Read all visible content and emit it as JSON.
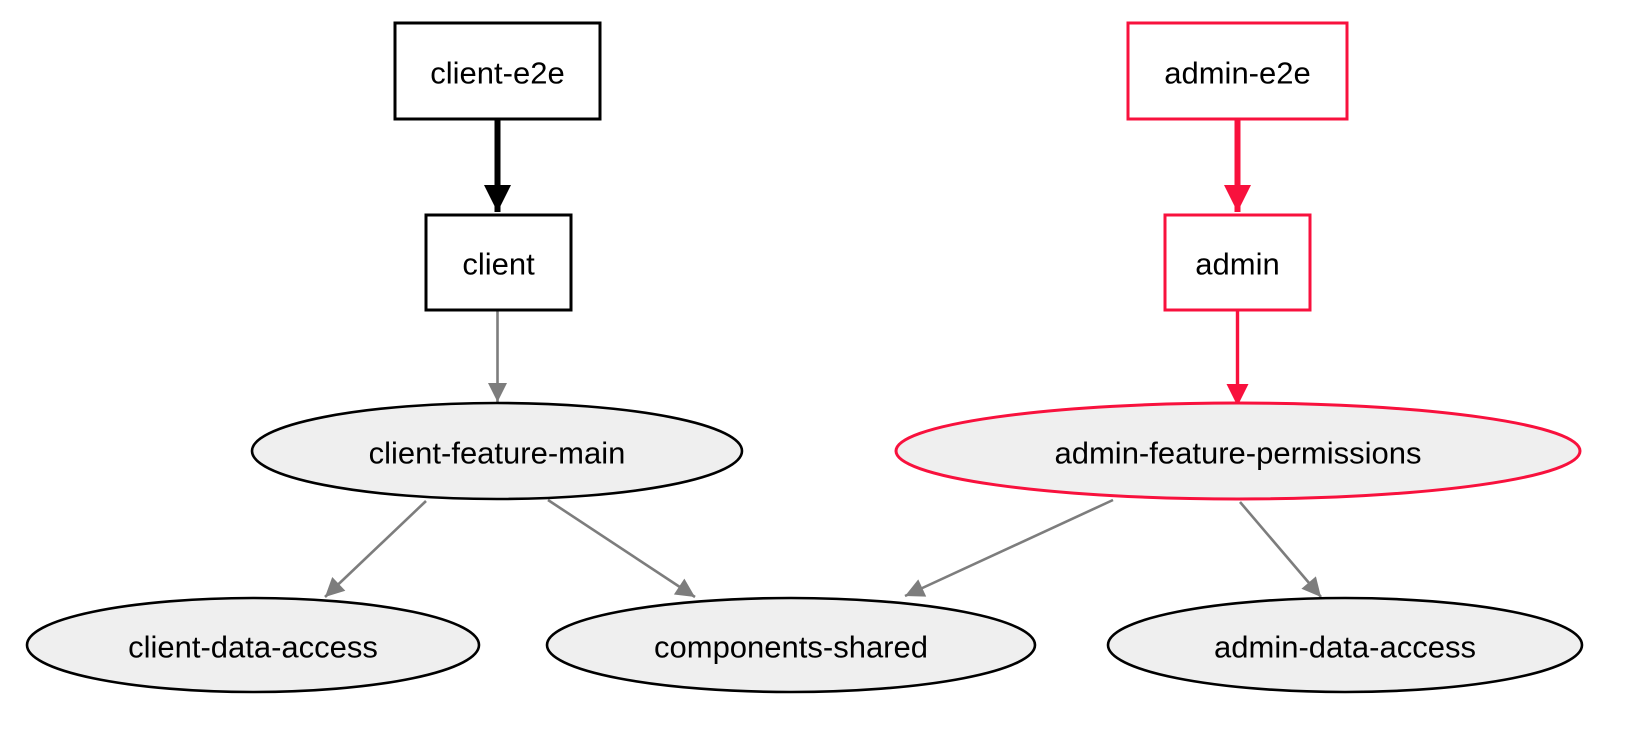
{
  "diagram": {
    "type": "dependency-graph",
    "nodes": {
      "client_e2e": {
        "label": "client-e2e",
        "shape": "rectangle",
        "color": "black"
      },
      "client": {
        "label": "client",
        "shape": "rectangle",
        "color": "black"
      },
      "client_feature_main": {
        "label": "client-feature-main",
        "shape": "ellipse",
        "color": "black"
      },
      "client_data_access": {
        "label": "client-data-access",
        "shape": "ellipse",
        "color": "black"
      },
      "components_shared": {
        "label": "components-shared",
        "shape": "ellipse",
        "color": "black"
      },
      "admin_e2e": {
        "label": "admin-e2e",
        "shape": "rectangle",
        "color": "red"
      },
      "admin": {
        "label": "admin",
        "shape": "rectangle",
        "color": "red"
      },
      "admin_feature_permissions": {
        "label": "admin-feature-permissions",
        "shape": "ellipse",
        "color": "red"
      },
      "admin_data_access": {
        "label": "admin-data-access",
        "shape": "ellipse",
        "color": "black"
      }
    },
    "edges": [
      {
        "from": "client-e2e",
        "to": "client",
        "style": "thick-black"
      },
      {
        "from": "client",
        "to": "client-feature-main",
        "style": "gray"
      },
      {
        "from": "client-feature-main",
        "to": "client-data-access",
        "style": "gray"
      },
      {
        "from": "client-feature-main",
        "to": "components-shared",
        "style": "gray"
      },
      {
        "from": "admin-e2e",
        "to": "admin",
        "style": "thick-red"
      },
      {
        "from": "admin",
        "to": "admin-feature-permissions",
        "style": "red"
      },
      {
        "from": "admin-feature-permissions",
        "to": "components-shared",
        "style": "gray"
      },
      {
        "from": "admin-feature-permissions",
        "to": "admin-data-access",
        "style": "gray"
      }
    ]
  },
  "colors": {
    "highlight_red": "#f8113d",
    "edge_gray": "#7d7d7d",
    "node_black": "#000000",
    "ellipse_fill": "#efefef",
    "box_fill": "#ffffff",
    "text": "#000000",
    "background": "#ffffff"
  }
}
